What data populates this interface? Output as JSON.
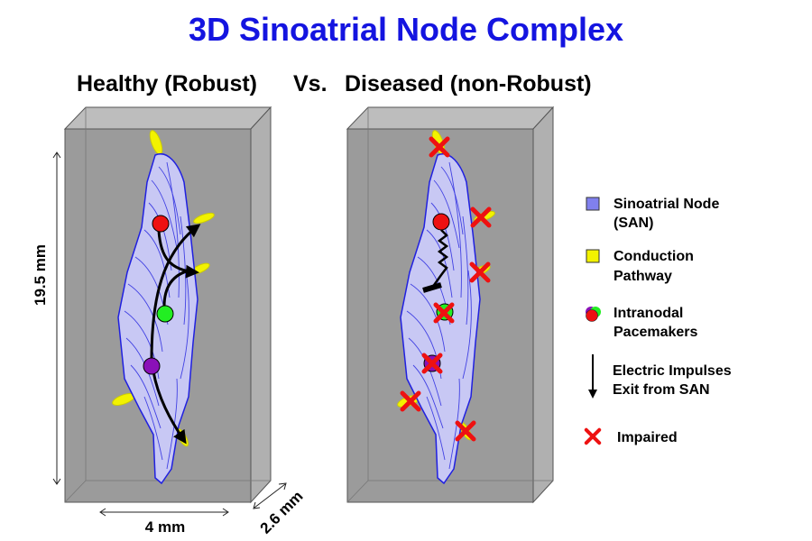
{
  "title": "3D Sinoatrial Node Complex",
  "subtitle_left": "Healthy (Robust)",
  "subtitle_vs": "Vs.",
  "subtitle_right": "Diseased (non-Robust)",
  "dimensions": {
    "height": "19.5 mm",
    "width": "4 mm",
    "depth": "2.6 mm"
  },
  "legend": {
    "san_line1": "Sinoatrial Node",
    "san_line2": "(SAN)",
    "pathway_line1": "Conduction",
    "pathway_line2": "Pathway",
    "pacemaker_line1": "Intranodal",
    "pacemaker_line2": "Pacemakers",
    "impulse_line1": "Electric Impulses",
    "impulse_line2": "Exit from SAN",
    "impaired": "Impaired"
  },
  "colors": {
    "title": "#1414e0",
    "san_fill": "#c8c8f4",
    "san_line": "#2020e0",
    "pathway": "#f2f200",
    "pacemaker_red": "#ee1111",
    "pacemaker_green": "#22ee22",
    "pacemaker_purple": "#8a10b8",
    "impaired": "#ee1111",
    "box_front": "#9b9b9b",
    "box_side": "#b4b4b4"
  }
}
